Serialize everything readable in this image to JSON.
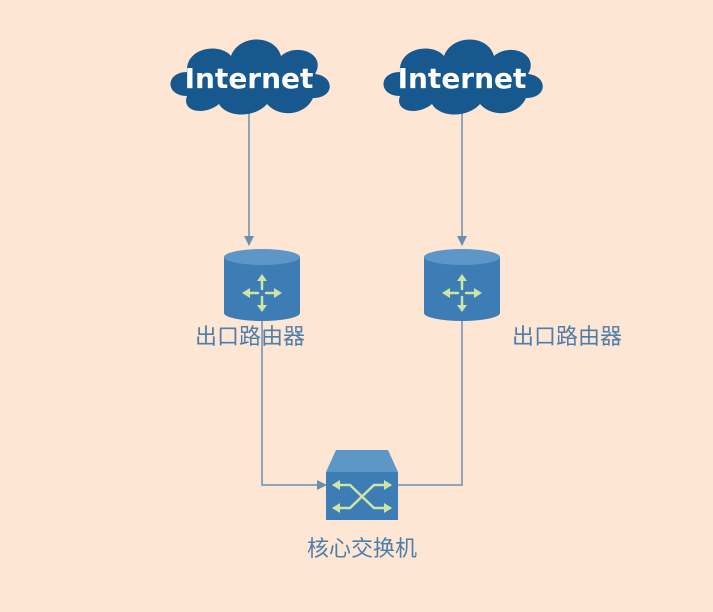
{
  "diagram": {
    "colors": {
      "background": "#fde6d4",
      "device_fill": "#3d7cb4",
      "device_top": "#5c97c8",
      "cloud_fill": "#17588f",
      "arrow_green": "#cde6a4",
      "connector": "#6c8fae",
      "label": "#4d7faa"
    },
    "clouds": [
      {
        "label": "Internet",
        "icon": "cloud-icon"
      },
      {
        "label": "Internet",
        "icon": "cloud-icon"
      }
    ],
    "routers": [
      {
        "label": "出口路由器",
        "icon": "router-icon"
      },
      {
        "label": "出口路由器",
        "icon": "router-icon"
      }
    ],
    "core_switch": {
      "label": "核心交换机",
      "icon": "switch-icon"
    }
  }
}
